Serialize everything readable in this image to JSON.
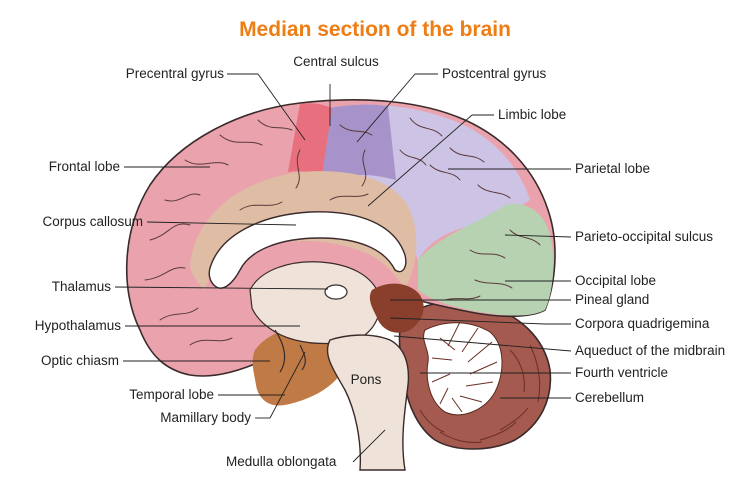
{
  "title": "Median section of the brain",
  "colors": {
    "title": "#ee7d14",
    "frontal_lobe": "#eaa3ad",
    "precentral_gyrus": "#e86f7e",
    "postcentral_gyrus": "#a793c9",
    "parietal_lobe": "#cdc3e5",
    "occipital_lobe": "#b7d2b1",
    "limbic_lobe": "#dfbda5",
    "temporal_lobe": "#c07a45",
    "brainstem": "#efe3d9",
    "cerebellum": "#a45a4e",
    "pineal_region": "#8a3e2c"
  },
  "labels": {
    "precentral_gyrus": "Precentral gyrus",
    "central_sulcus": "Central sulcus",
    "postcentral_gyrus": "Postcentral gyrus",
    "limbic_lobe": "Limbic lobe",
    "frontal_lobe": "Frontal lobe",
    "parietal_lobe": "Parietal lobe",
    "corpus_callosum": "Corpus callosum",
    "parieto_occipital_sulcus": "Parieto-occipital sulcus",
    "occipital_lobe": "Occipital lobe",
    "thalamus": "Thalamus",
    "pineal_gland": "Pineal gland",
    "hypothalamus": "Hypothalamus",
    "corpora_quadrigemina": "Corpora quadrigemina",
    "optic_chiasm": "Optic chiasm",
    "aqueduct": "Aqueduct of the midbrain",
    "pons": "Pons",
    "fourth_ventricle": "Fourth ventricle",
    "temporal_lobe": "Temporal lobe",
    "cerebellum": "Cerebellum",
    "mamillary_body": "Mamillary body",
    "medulla_oblongata": "Medulla oblongata"
  }
}
